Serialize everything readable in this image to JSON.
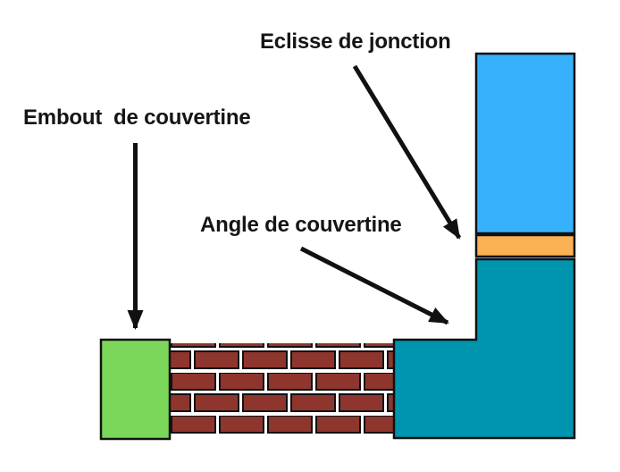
{
  "diagram": {
    "labels": {
      "eclisse_de_jonction": "Eclisse de jonction",
      "embout_de_couvertine": "Embout  de couvertine",
      "angle_de_couvertine": "Angle de couvertine"
    },
    "colors": {
      "coping_blue": "#38B1FC",
      "junction_splice_orange": "#FBB254",
      "corner_coping_teal": "#0095AF",
      "end_cap_green": "#7BD75A",
      "brick_red": "#8E362E",
      "outline_black": "#111111",
      "background_white": "#FFFFFF"
    }
  }
}
